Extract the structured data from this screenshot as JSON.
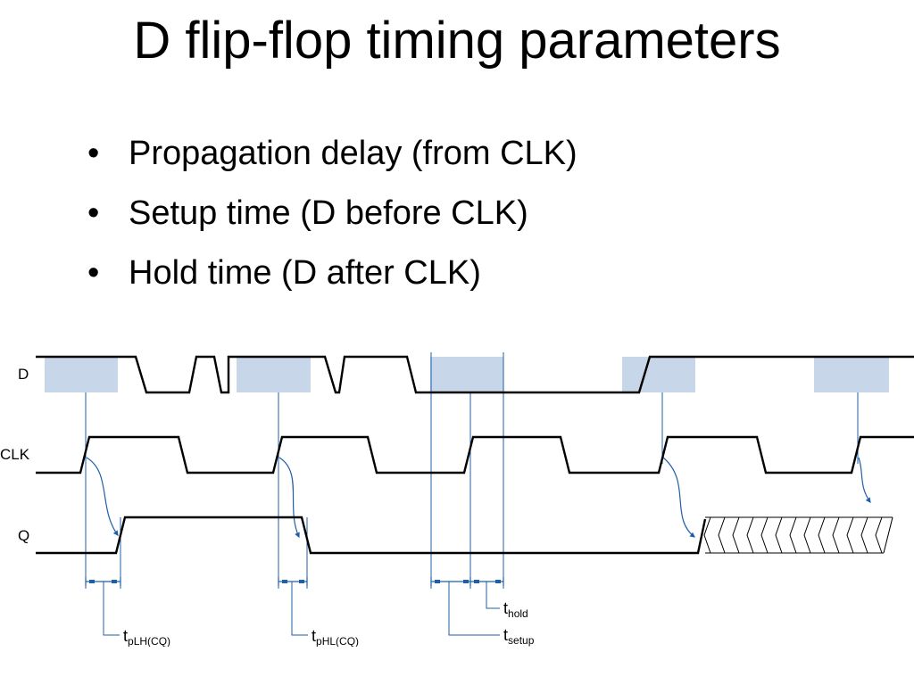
{
  "slide": {
    "title": "D flip-flop timing parameters",
    "bullets": [
      "Propagation delay (from CLK)",
      "Setup time (D before CLK)",
      "Hold time (D after CLK)"
    ]
  },
  "diagram": {
    "signals": [
      "D",
      "CLK",
      "Q"
    ],
    "labels": {
      "tplh_main": "t",
      "tplh_sub": "pLH(CQ)",
      "tphl_main": "t",
      "tphl_sub": "pHL(CQ)",
      "thold_main": "t",
      "thold_sub": "hold",
      "tsetup_main": "t",
      "tsetup_sub": "setup"
    },
    "colors": {
      "waveform": "#000000",
      "window_shading": "#c8d6ea",
      "annotation": "#1f5fa8"
    }
  }
}
